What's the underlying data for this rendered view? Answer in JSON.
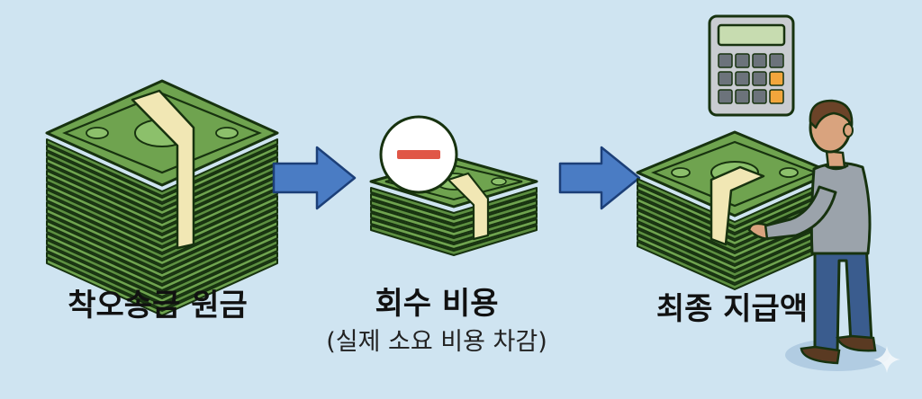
{
  "steps": [
    {
      "title": "착오송금 원금"
    },
    {
      "title": "회수 비용",
      "subtitle": "(실제 소요 비용 차감)"
    },
    {
      "title": "최종 지급액"
    }
  ],
  "icons": {
    "minus": "minus-icon",
    "arrow": "arrow-right-icon",
    "calculator": "calculator-icon",
    "sparkle": "sparkle-icon"
  },
  "colors": {
    "background": "#cfe4f1",
    "money": "#6fa34f",
    "band": "#f1e7b4",
    "arrow": "#4a7cc4",
    "minus": "#e05747",
    "calc_key_accent": "#f2a63c"
  }
}
